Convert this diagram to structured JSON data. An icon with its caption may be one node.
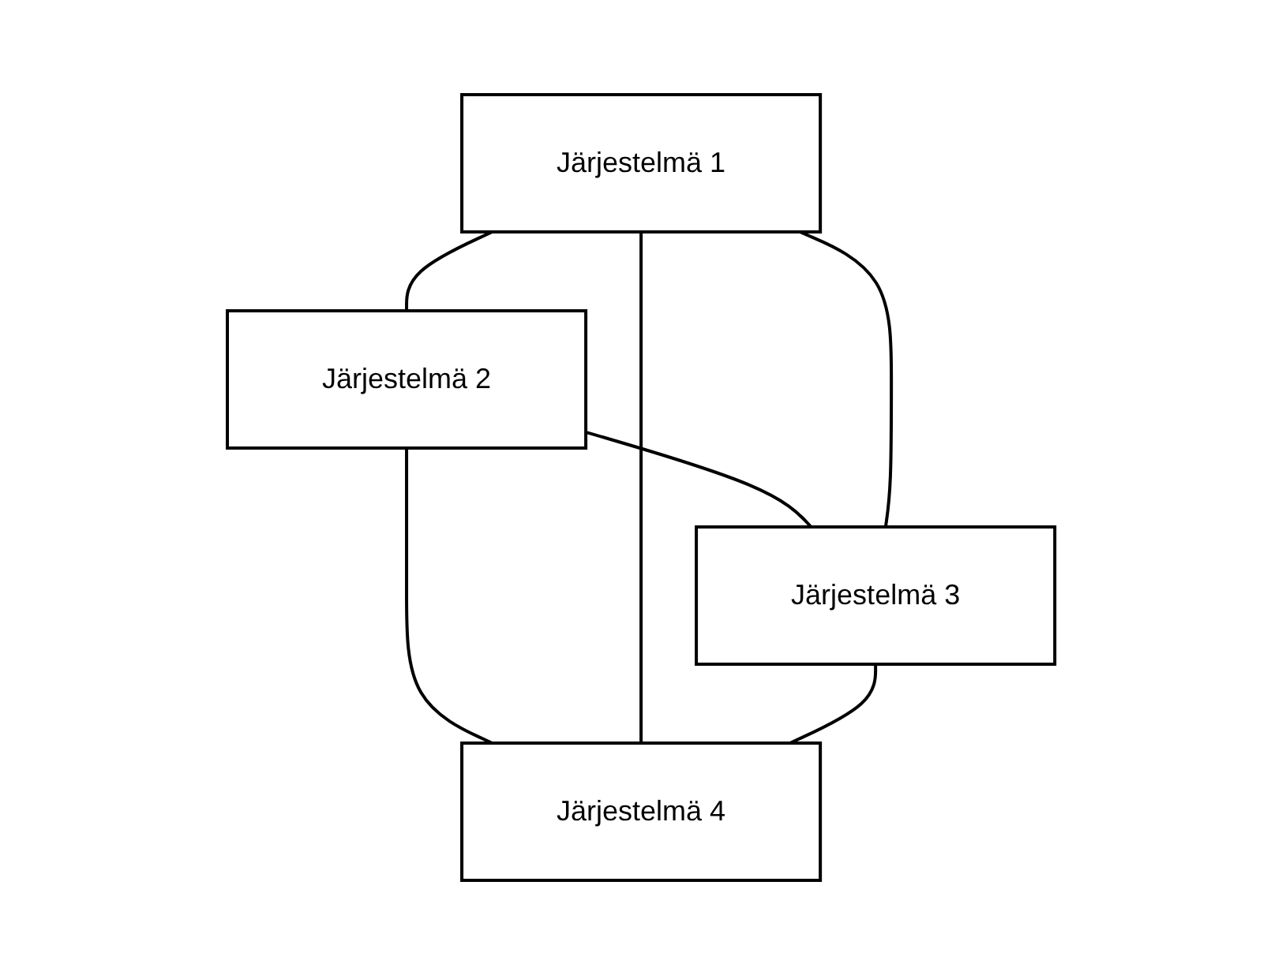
{
  "diagram": {
    "nodes": [
      {
        "text": [
          "Järjestelmä 2"
        ]
      },
      {
        "text": [
          "Järjestelmä 1"
        ]
      },
      {
        "text": [
          "Järjestelmä 3"
        ]
      },
      {
        "text": [
          "Järjestelmä 4"
        ]
      }
    ],
    "edges": [
      {
        "from": 1,
        "to": 0,
        "arrow": "none"
      },
      {
        "from": 0,
        "to": 2,
        "arrow": "none"
      },
      {
        "from": 1,
        "to": 2,
        "arrow": "none"
      },
      {
        "from": 0,
        "to": 3,
        "arrow": "none"
      },
      {
        "from": 1,
        "to": 3,
        "arrow": "none"
      },
      {
        "from": 2,
        "to": 3,
        "arrow": "none"
      }
    ]
  }
}
